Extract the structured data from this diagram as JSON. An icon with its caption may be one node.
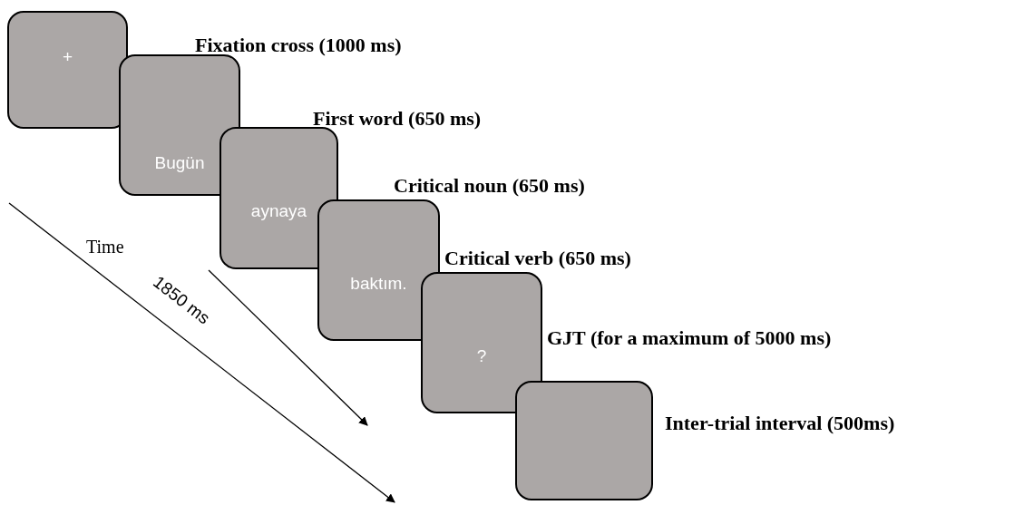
{
  "diagram": {
    "nodes": [
      {
        "text": [
          "+"
        ]
      },
      {
        "text": [
          "Bugün"
        ]
      },
      {
        "text": [
          "aynaya"
        ]
      },
      {
        "text": [
          "baktım."
        ]
      },
      {
        "text": [
          "?"
        ]
      },
      {
        "text": [],
        "shape": "box"
      }
    ],
    "edges": [],
    "labels": [
      "Fixation cross (1000 ms)",
      "First word (650 ms)",
      "Critical noun (650 ms)",
      "Critical verb (650 ms)",
      "Time",
      "1850 ms",
      "GJT (for a maximum of 5000 ms)",
      "Inter-trial interval (500ms)"
    ]
  }
}
